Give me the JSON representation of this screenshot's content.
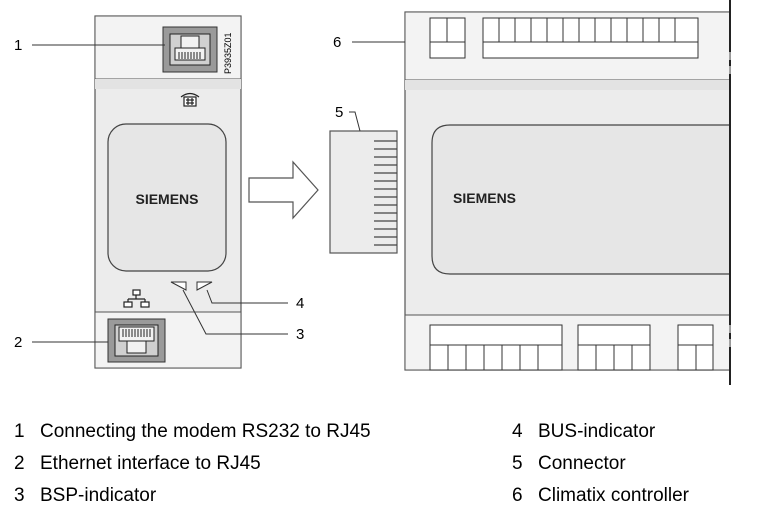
{
  "figure": {
    "drawing_code": "P3935Z01",
    "left_module_brand": "SIEMENS",
    "right_module_brand": "SIEMENS",
    "callouts": [
      "1",
      "2",
      "3",
      "4",
      "5",
      "6"
    ]
  },
  "legend": [
    {
      "num": "1",
      "text": "Connecting the modem  RS232 to RJ45"
    },
    {
      "num": "2",
      "text": "Ethernet interface to RJ45"
    },
    {
      "num": "3",
      "text": "BSP-indicator"
    },
    {
      "num": "4",
      "text": "BUS-indicator"
    },
    {
      "num": "5",
      "text": "Connector"
    },
    {
      "num": "6",
      "text": "Climatix controller"
    }
  ]
}
